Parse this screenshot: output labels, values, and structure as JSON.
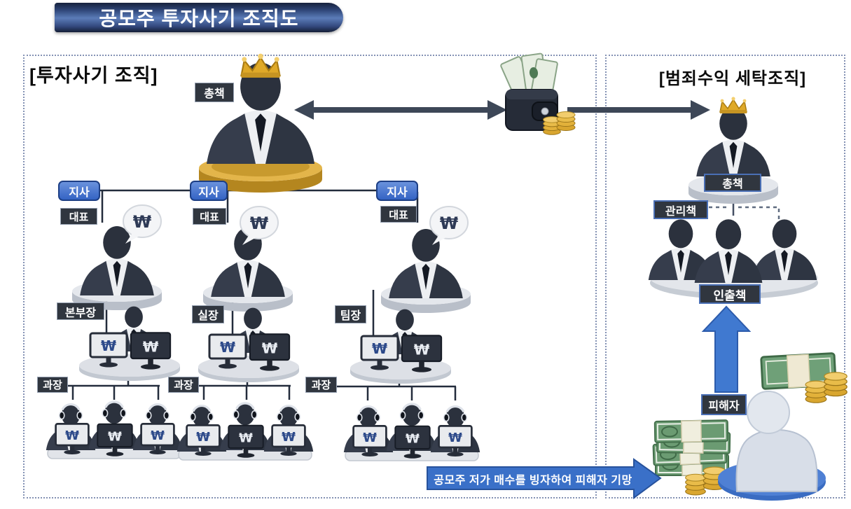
{
  "title": "공모주 투자사기 조직도",
  "symbols": {
    "won": "₩"
  },
  "fraud_org": {
    "section_title": "[투자사기 조직]",
    "boss_label": "총책",
    "branch_label": "지사",
    "rep_label": "대표",
    "tier_labels": [
      "본부장",
      "실장",
      "팀장"
    ],
    "manager_label": "과장"
  },
  "laundering_org": {
    "section_title": "[범죄수익 세탁조직]",
    "boss_label": "총책",
    "supervisor_label": "관리책",
    "withdrawer_label": "인출책",
    "victim_label": "피해자"
  },
  "flow": {
    "deception_text": "공모주 저가 매수를 빙자하여 피해자 기망"
  },
  "colors": {
    "accent_blue": "#3a70c8",
    "label_dark": "#30363f",
    "branch_blue": "#3463c4",
    "arrow_slate": "#3d4757",
    "gold": "#d9a93c",
    "dotted_border": "#8492b4"
  }
}
